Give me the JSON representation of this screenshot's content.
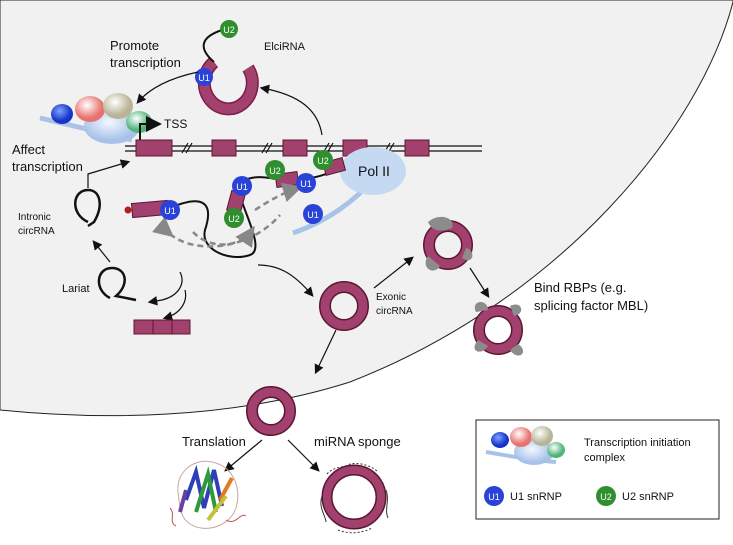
{
  "labels": {
    "promote": [
      "Promote",
      "transcription"
    ],
    "elcirna": "ElciRNA",
    "tss": "TSS",
    "affect": [
      "Affect",
      "transcription"
    ],
    "intronic": [
      "Intronic",
      "circRNA"
    ],
    "lariat": "Lariat",
    "polii": "Pol II",
    "exonic": [
      "Exonic",
      "circRNA"
    ],
    "bind_rbps": [
      "Bind RBPs (e.g.",
      "splicing factor MBL)"
    ],
    "translation": "Translation",
    "mirna_sponge": "miRNA sponge"
  },
  "snrnp": {
    "u1": "U1",
    "u2": "U2"
  },
  "legend": {
    "tic": [
      "Transcription initiation",
      "complex"
    ],
    "u1_label": "U1 snRNP",
    "u2_label": "U2 snRNP"
  },
  "colors": {
    "nucleus_fill": "#f1f1f1",
    "exon": "#a2406e",
    "u1": "#2a43d6",
    "u2": "#2f8f2f",
    "pol2": "#c6d9f2",
    "rbp": "#8c8c8c"
  }
}
